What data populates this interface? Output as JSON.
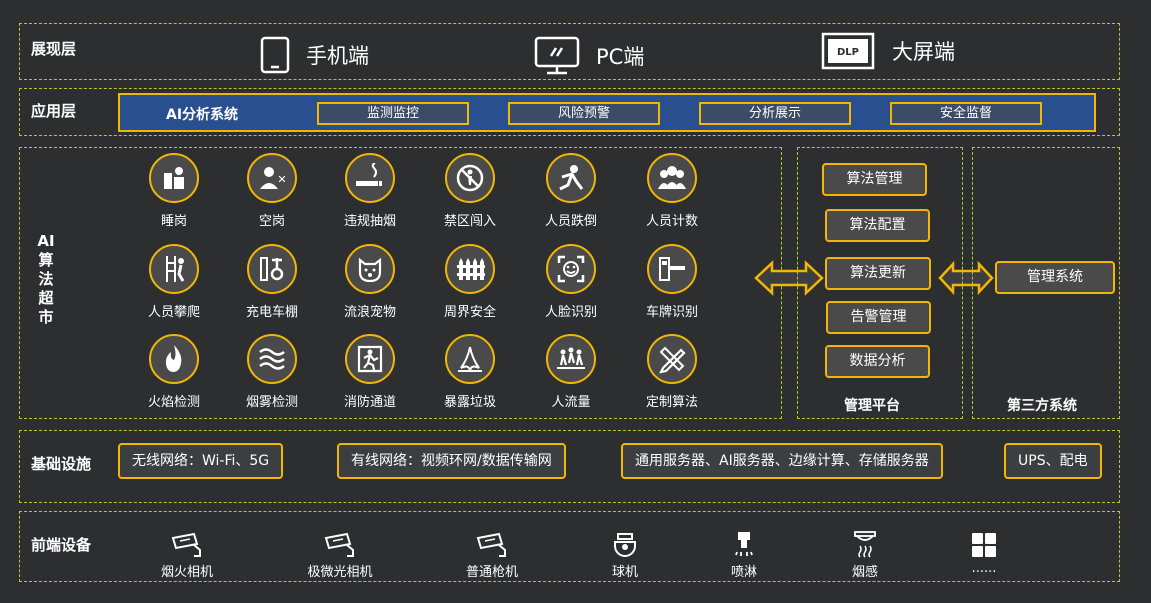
{
  "presentation": {
    "title": "展现层",
    "terminals": [
      {
        "icon": "phone-icon",
        "label": "手机端"
      },
      {
        "icon": "pc-monitor-icon",
        "label": "PC端"
      },
      {
        "icon": "dlp-screen-icon",
        "label": "大屏端",
        "badge": "DLP"
      }
    ]
  },
  "application": {
    "title": "应用层",
    "system": "AI分析系统",
    "modules": [
      "监测监控",
      "风险预警",
      "分析展示",
      "安全监督"
    ]
  },
  "algorithms": {
    "title": "AI算法超市",
    "title_chars": [
      "AI",
      "算",
      "法",
      "超",
      "市"
    ],
    "items": [
      {
        "icon": "sleeping-icon",
        "label": "睡岗"
      },
      {
        "icon": "empty-post-icon",
        "label": "空岗"
      },
      {
        "icon": "smoking-icon",
        "label": "违规抽烟"
      },
      {
        "icon": "no-entry-icon",
        "label": "禁区闯入"
      },
      {
        "icon": "fall-icon",
        "label": "人员跌倒"
      },
      {
        "icon": "people-count-icon",
        "label": "人员计数"
      },
      {
        "icon": "climbing-icon",
        "label": "人员攀爬"
      },
      {
        "icon": "charging-shed-icon",
        "label": "充电车棚"
      },
      {
        "icon": "stray-pet-icon",
        "label": "流浪宠物"
      },
      {
        "icon": "fence-icon",
        "label": "周界安全"
      },
      {
        "icon": "face-recognition-icon",
        "label": "人脸识别"
      },
      {
        "icon": "license-plate-icon",
        "label": "车牌识别"
      },
      {
        "icon": "fire-icon",
        "label": "火焰检测"
      },
      {
        "icon": "smoke-icon",
        "label": "烟雾检测"
      },
      {
        "icon": "fire-exit-icon",
        "label": "消防通道"
      },
      {
        "icon": "garbage-icon",
        "label": "暴露垃圾"
      },
      {
        "icon": "crowd-flow-icon",
        "label": "人流量"
      },
      {
        "icon": "custom-algo-icon",
        "label": "定制算法"
      }
    ]
  },
  "management": {
    "title": "管理平台",
    "buttons": [
      "算法管理",
      "算法配置",
      "算法更新",
      "告警管理",
      "数据分析"
    ]
  },
  "third_party": {
    "title": "第三方系统",
    "button": "管理系统"
  },
  "infrastructure": {
    "title": "基础设施",
    "items": [
      "无线网络：Wi-Fi、5G",
      "有线网络：视频环网/数据传输网",
      "通用服务器、AI服务器、边缘计算、存储服务器",
      "UPS、配电"
    ]
  },
  "frontend": {
    "title": "前端设备",
    "devices": [
      {
        "icon": "camera-icon",
        "label": "烟火相机"
      },
      {
        "icon": "camera-icon",
        "label": "极微光相机"
      },
      {
        "icon": "camera-icon",
        "label": "普通枪机"
      },
      {
        "icon": "dome-camera-icon",
        "label": "球机"
      },
      {
        "icon": "sprinkler-icon",
        "label": "喷淋"
      },
      {
        "icon": "smoke-detector-icon",
        "label": "烟感"
      },
      {
        "icon": "grid-more-icon",
        "label": "......"
      }
    ]
  },
  "colors": {
    "accent": "#f2b705",
    "background": "#2d2e30",
    "app_bar": "#2a4f8f",
    "border": "#b9c62a"
  }
}
